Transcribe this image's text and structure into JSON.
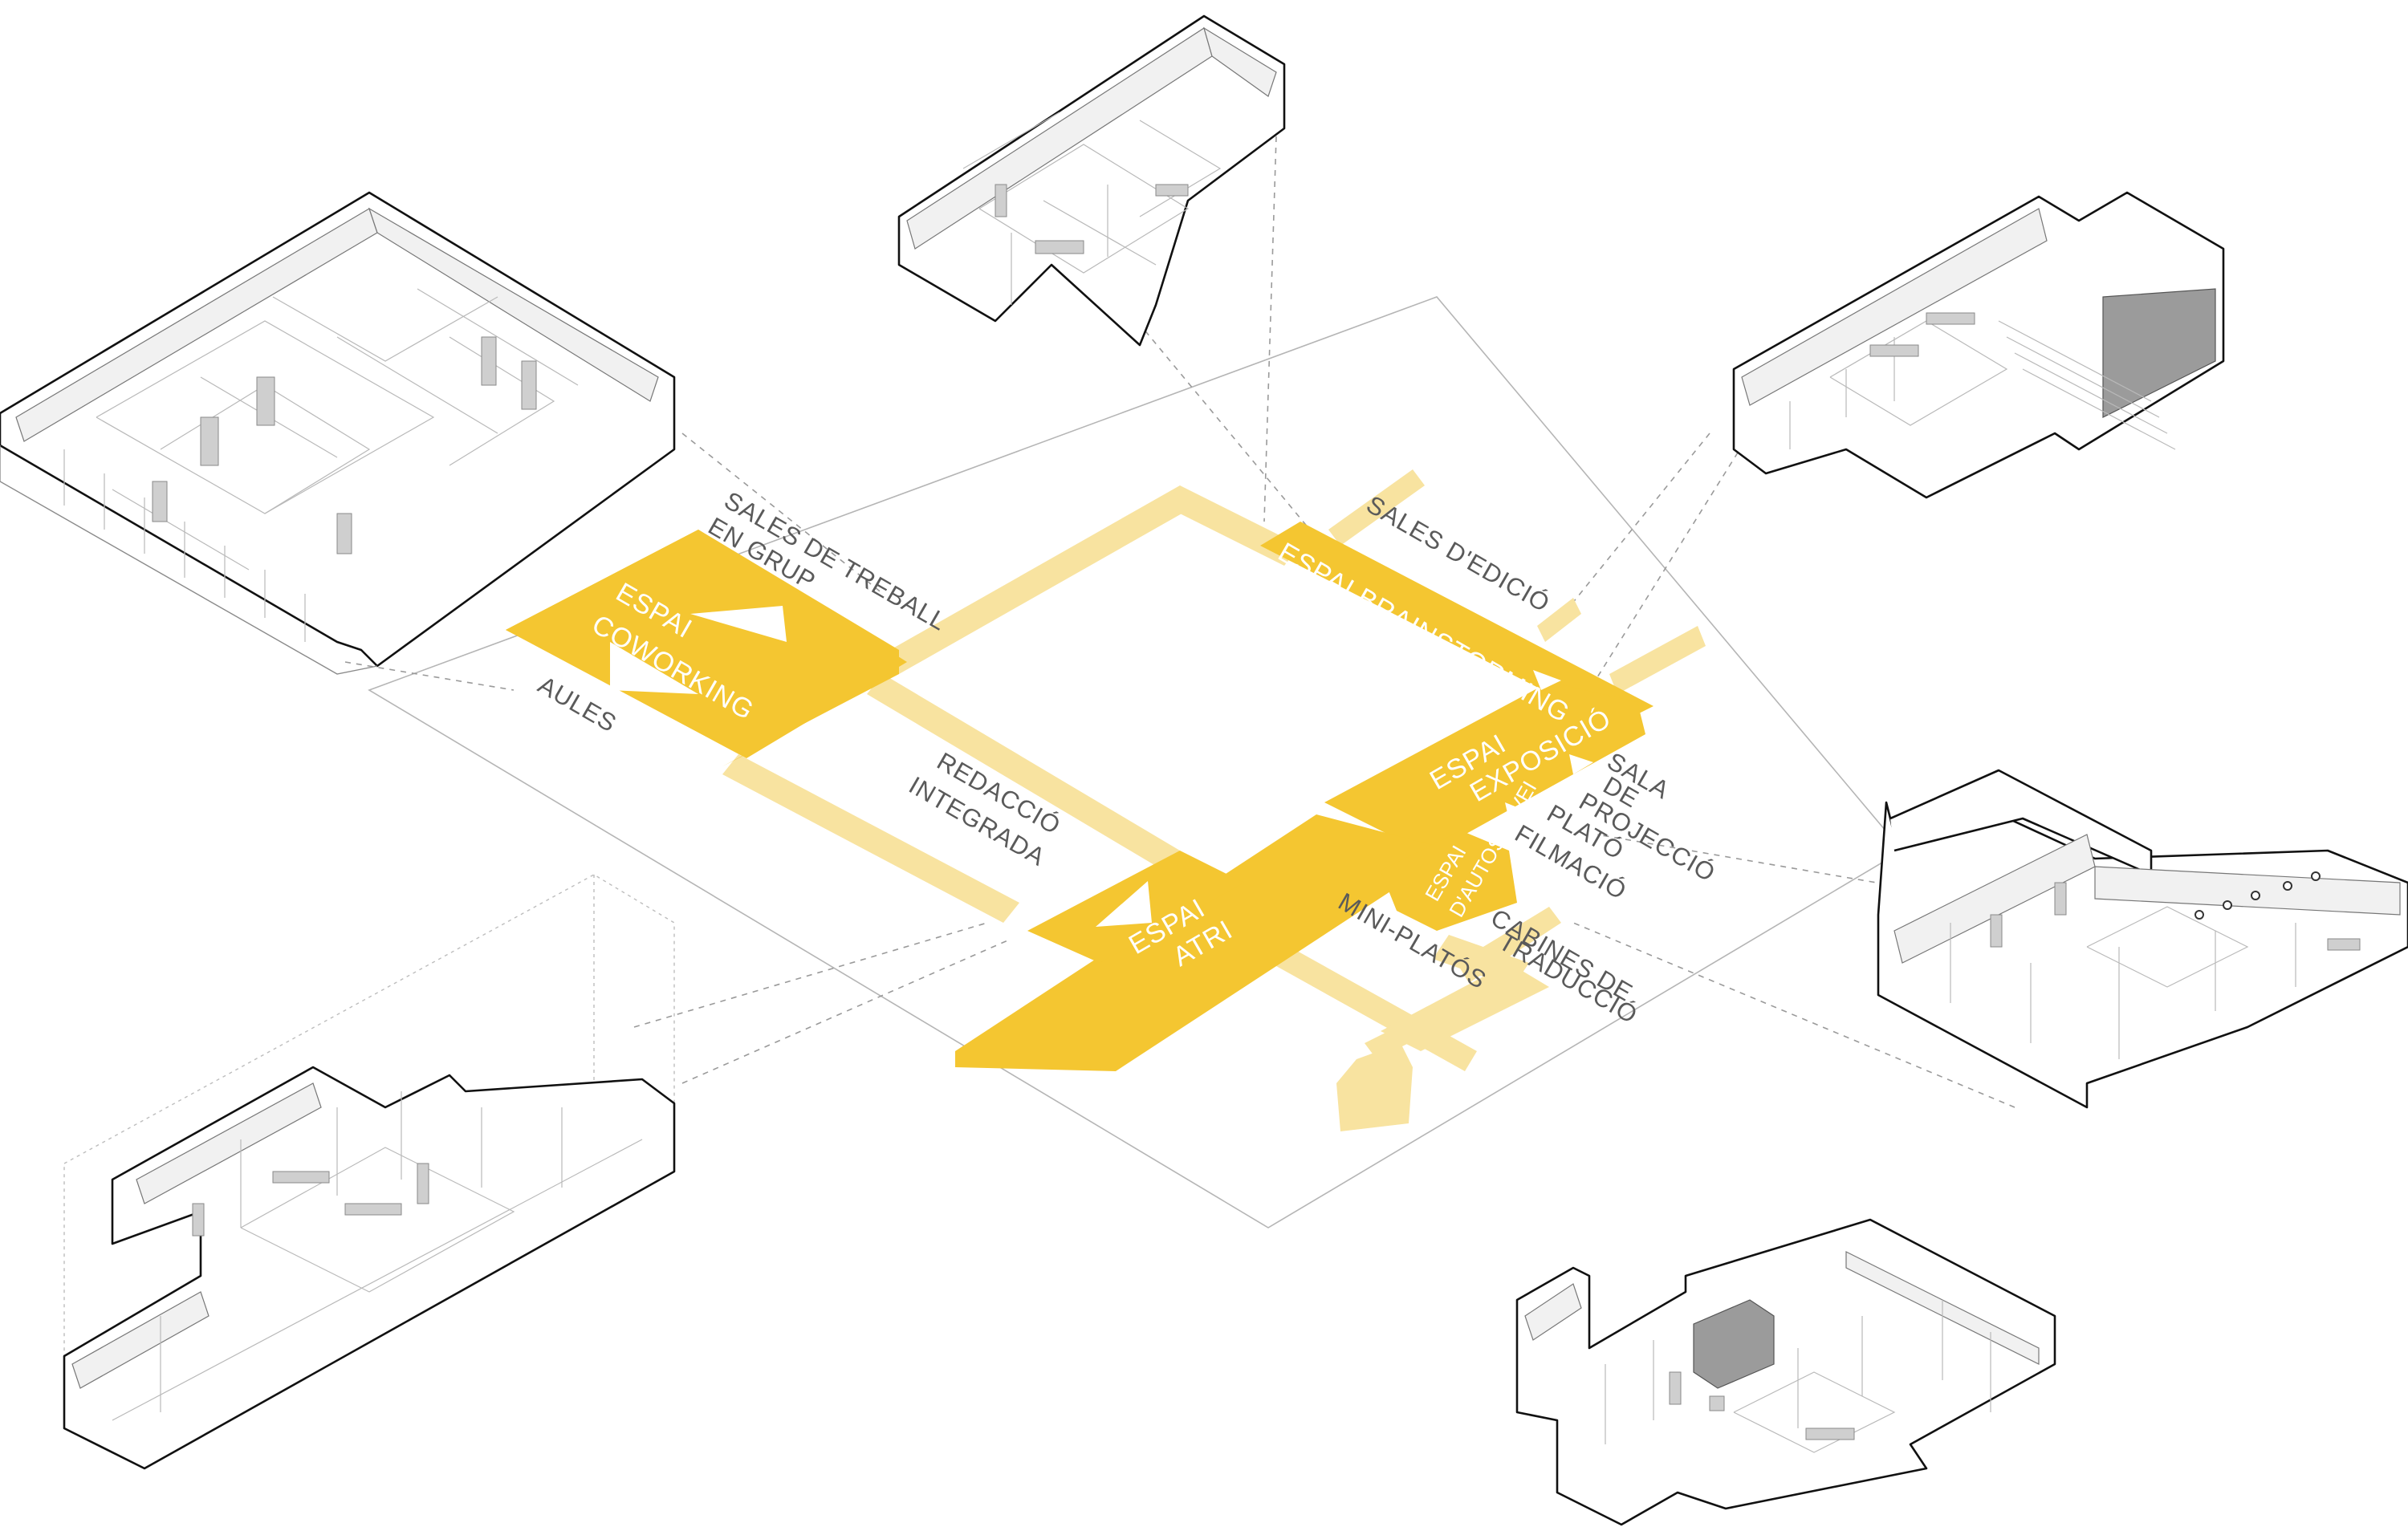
{
  "colors": {
    "zone_solid": "#f4c631",
    "zone_pale": "#f8e3a0",
    "linework": "#111111",
    "label_grey": "#5a5a5a"
  },
  "zones": {
    "coworking": [
      "ESPAI",
      "COWORKING"
    ],
    "brainstorming": "ESPAI BRAINSTORMING",
    "exposicio": [
      "ESPAI",
      "EXPOSICIÓ"
    ],
    "atri": [
      "ESPAI",
      "ATRI"
    ],
    "autoservei": [
      "ESPAI",
      "D'AUTOSERVEI"
    ]
  },
  "labels": {
    "sales_treball": [
      "SALES DE TREBALL",
      "EN GRUP"
    ],
    "aules": "AULES",
    "redaccio": [
      "REDACCIÓ",
      "INTEGRADA"
    ],
    "sales_edicio": "SALES D'EDICIÓ",
    "sala_projeccio": [
      "SALA",
      "DE",
      "PROJECCIÓ"
    ],
    "plato_filmacio": [
      "PLATÓ",
      "FILMACIÓ"
    ],
    "cabines_traduccio": [
      "CABINES DE",
      "TRADUCCIÓ"
    ],
    "mini_platos": "MINI-PLATÓS"
  },
  "icons": [
    "up-arrow-icon",
    "down-arrow-icon",
    "triangle-marker-icon"
  ]
}
